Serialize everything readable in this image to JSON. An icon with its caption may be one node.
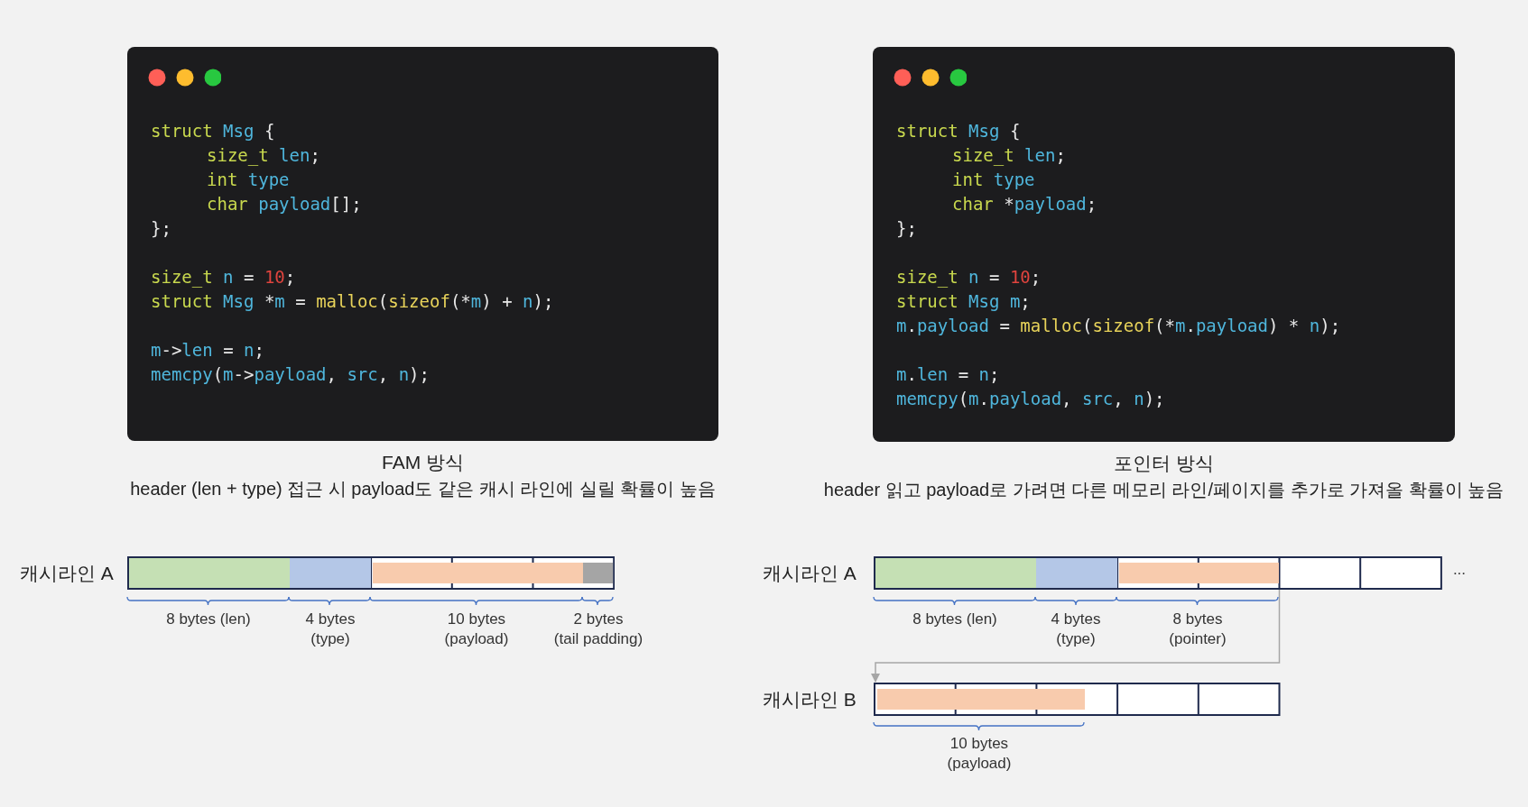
{
  "diagram": {
    "nodes": [
      {
        "text": [
          "struct Msg {",
          "size_t len;",
          "int type",
          "char payload[];",
          "};",
          "size_t n = 10;",
          "struct Msg *m = malloc(sizeof(*m) + n);",
          "m->len = n;",
          "memcpy(m->payload, src, n);"
        ],
        "beside": [
          "FAM 방식",
          "header (len + type) 접근 시 payload도 같은 캐시 라인에 실릴 확률이 높음"
        ]
      },
      {
        "text": [
          "struct Msg {",
          "size_t len;",
          "int type",
          "char *payload;",
          "};",
          "size_t n = 10;",
          "struct Msg m;",
          "m.payload = malloc(sizeof(*m.payload) * n);",
          "m.len = n;",
          "memcpy(m.payload, src, n);"
        ],
        "beside": [
          "포인터 방식",
          "header 읽고 payload로 가려면 다른 메모리 라인/페이지를 추가로 가져올 확률이 높음"
        ]
      },
      {
        "text": [
          "캐시라인 A"
        ]
      },
      {
        "text": [
          "캐시라인 A"
        ],
        "beside": [
          "..."
        ]
      },
      {
        "text": [
          "캐시라인 B"
        ]
      }
    ],
    "edges": [
      {
        "from": 3,
        "to": 4,
        "arrow": "to"
      }
    ],
    "labels": [
      "8 bytes (len)",
      "4 bytes (type)",
      "10 bytes (payload)",
      "2 bytes (tail padding)",
      "8 bytes (len)",
      "4 bytes (type)",
      "8 bytes (pointer)",
      "10 bytes (payload)"
    ]
  }
}
